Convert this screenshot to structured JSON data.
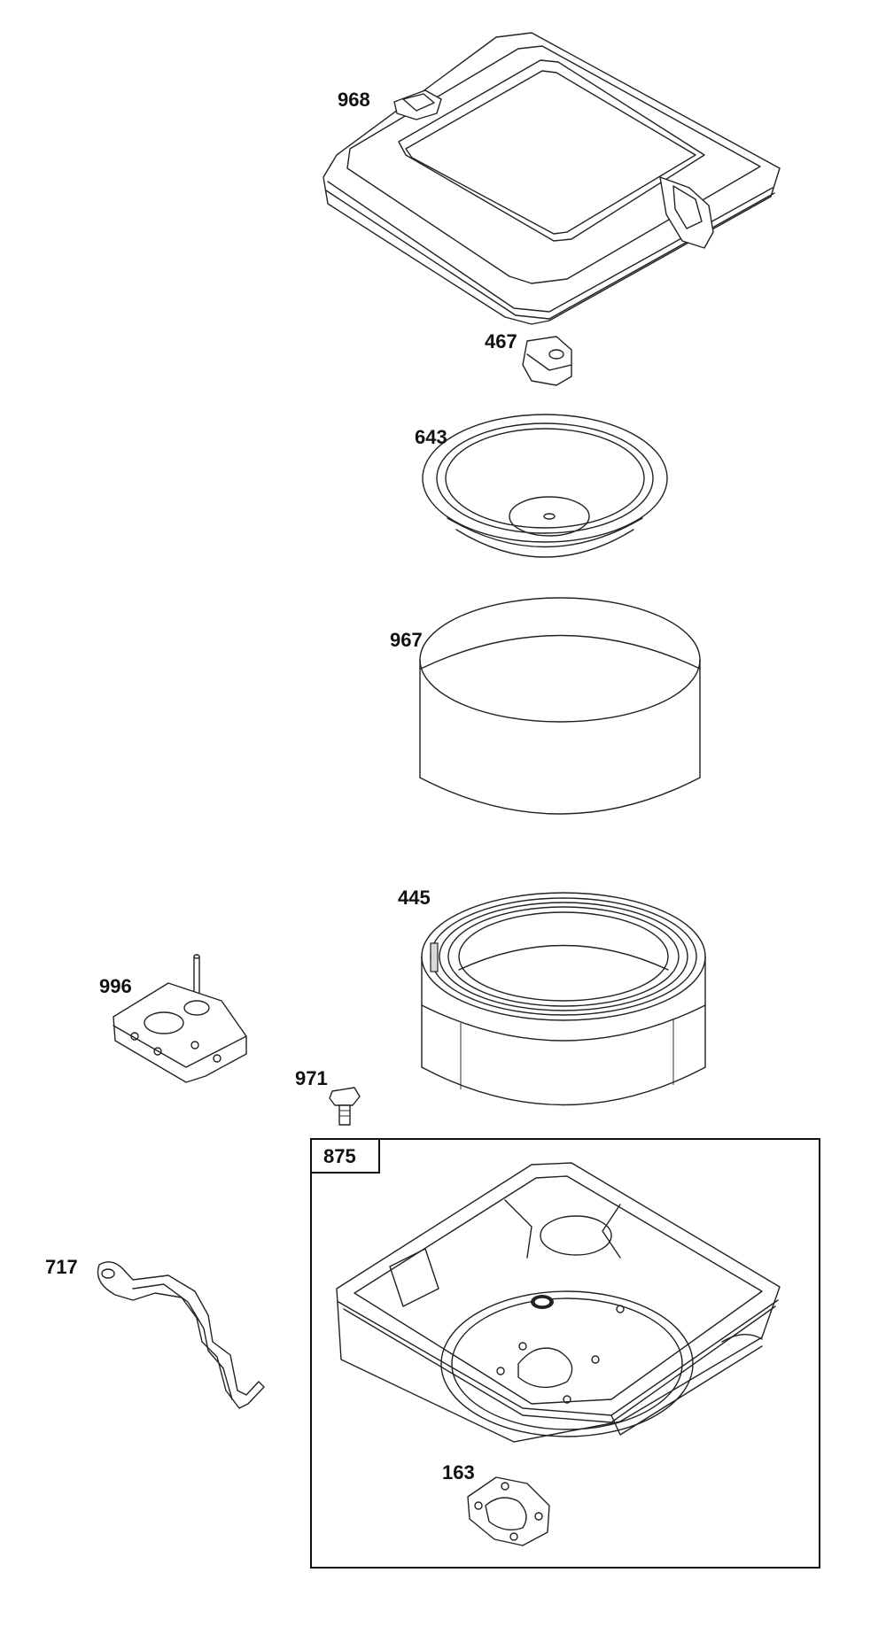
{
  "parts": [
    {
      "id": "part-968",
      "label": "968"
    },
    {
      "id": "part-467",
      "label": "467"
    },
    {
      "id": "part-643",
      "label": "643"
    },
    {
      "id": "part-967",
      "label": "967"
    },
    {
      "id": "part-445",
      "label": "445"
    },
    {
      "id": "part-996",
      "label": "996"
    },
    {
      "id": "part-971",
      "label": "971"
    },
    {
      "id": "part-875",
      "label": "875"
    },
    {
      "id": "part-717",
      "label": "717"
    },
    {
      "id": "part-163",
      "label": "163"
    }
  ]
}
